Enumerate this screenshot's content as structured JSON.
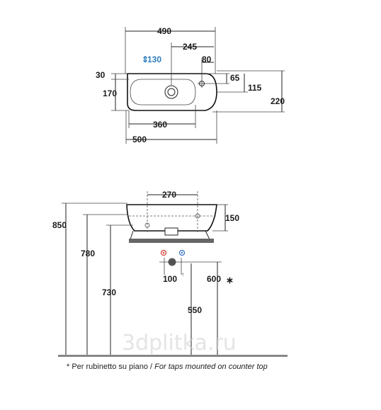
{
  "top_view": {
    "dims": {
      "width_total": "490",
      "tap_offset": "245",
      "right_edge": "80",
      "left_upper": "30",
      "left_lower": "170",
      "small_right": "65",
      "mid_right": "115",
      "depth_total": "220",
      "bowl_width": "360",
      "outer_width": "500"
    },
    "tap_label": "130",
    "accent_color": "#2f7fbf"
  },
  "side_view": {
    "dims": {
      "top_width": "270",
      "height_basin": "150",
      "h850": "850",
      "h780": "780",
      "h730": "730",
      "pipe_spacing": "100",
      "h600": "600",
      "h550": "550",
      "asterisk": "∗"
    },
    "hot_color": "#d23a2e",
    "cold_color": "#2f6fbf"
  },
  "watermark": "3dplitka.ru",
  "footnote": {
    "it": "* Per rubinetto su piano / ",
    "en": "For taps mounted on counter top"
  }
}
